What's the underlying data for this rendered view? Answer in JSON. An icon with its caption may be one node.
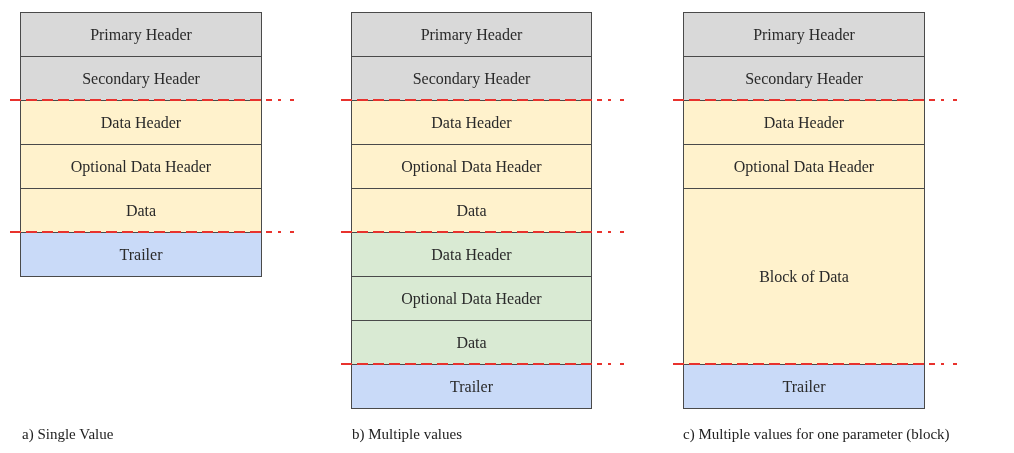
{
  "diagram": {
    "nodes": [
      {
        "text": [
          "Primary Header"
        ]
      },
      {
        "text": [
          "Secondary Header"
        ]
      },
      {
        "text": [
          "Data Header"
        ]
      },
      {
        "text": [
          "Optional Data Header"
        ]
      },
      {
        "text": [
          "Data"
        ]
      },
      {
        "text": [
          "Trailer"
        ]
      },
      {
        "text": [
          "Primary Header"
        ]
      },
      {
        "text": [
          "Secondary Header"
        ]
      },
      {
        "text": [
          "Data Header"
        ]
      },
      {
        "text": [
          "Optional Data Header"
        ]
      },
      {
        "text": [
          "Data"
        ]
      },
      {
        "text": [
          "Data Header"
        ]
      },
      {
        "text": [
          "Optional Data Header"
        ]
      },
      {
        "text": [
          "Data"
        ]
      },
      {
        "text": [
          "Trailer"
        ]
      },
      {
        "text": [
          "Primary Header"
        ]
      },
      {
        "text": [
          "Secondary Header"
        ]
      },
      {
        "text": [
          "Data Header"
        ]
      },
      {
        "text": [
          "Optional Data Header"
        ]
      },
      {
        "text": [
          "Block of Data"
        ]
      },
      {
        "text": [
          "Trailer"
        ]
      }
    ],
    "labels": [
      "a) Single Value",
      "b) Multiple values",
      "c) Multiple values for one parameter (block)"
    ]
  }
}
